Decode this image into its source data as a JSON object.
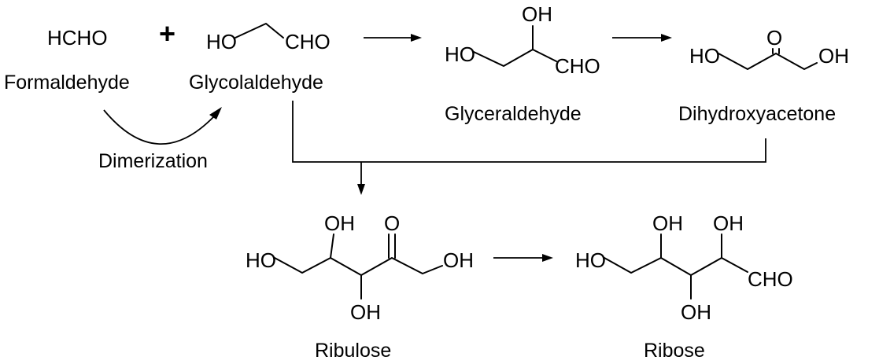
{
  "reactants": {
    "formaldehyde": {
      "formula": "HCHO",
      "name": "Formaldehyde"
    },
    "plus": "+",
    "glycolaldehyde": {
      "ho": "HO",
      "cho": "CHO",
      "name": "Glycolaldehyde"
    }
  },
  "dimerization_label": "Dimerization",
  "glyceraldehyde": {
    "oh": "OH",
    "ho": "HO",
    "cho": "CHO",
    "name": "Glyceraldehyde"
  },
  "dihydroxyacetone": {
    "o": "O",
    "ho": "HO",
    "oh": "OH",
    "name": "Dihydroxyacetone"
  },
  "ribulose": {
    "oh_top": "OH",
    "o": "O",
    "ho": "HO",
    "oh_right": "OH",
    "oh_bottom": "OH",
    "name": "Ribulose"
  },
  "ribose": {
    "oh_top1": "OH",
    "oh_top2": "OH",
    "ho": "HO",
    "cho": "CHO",
    "oh_bottom": "OH",
    "name": "Ribose"
  }
}
